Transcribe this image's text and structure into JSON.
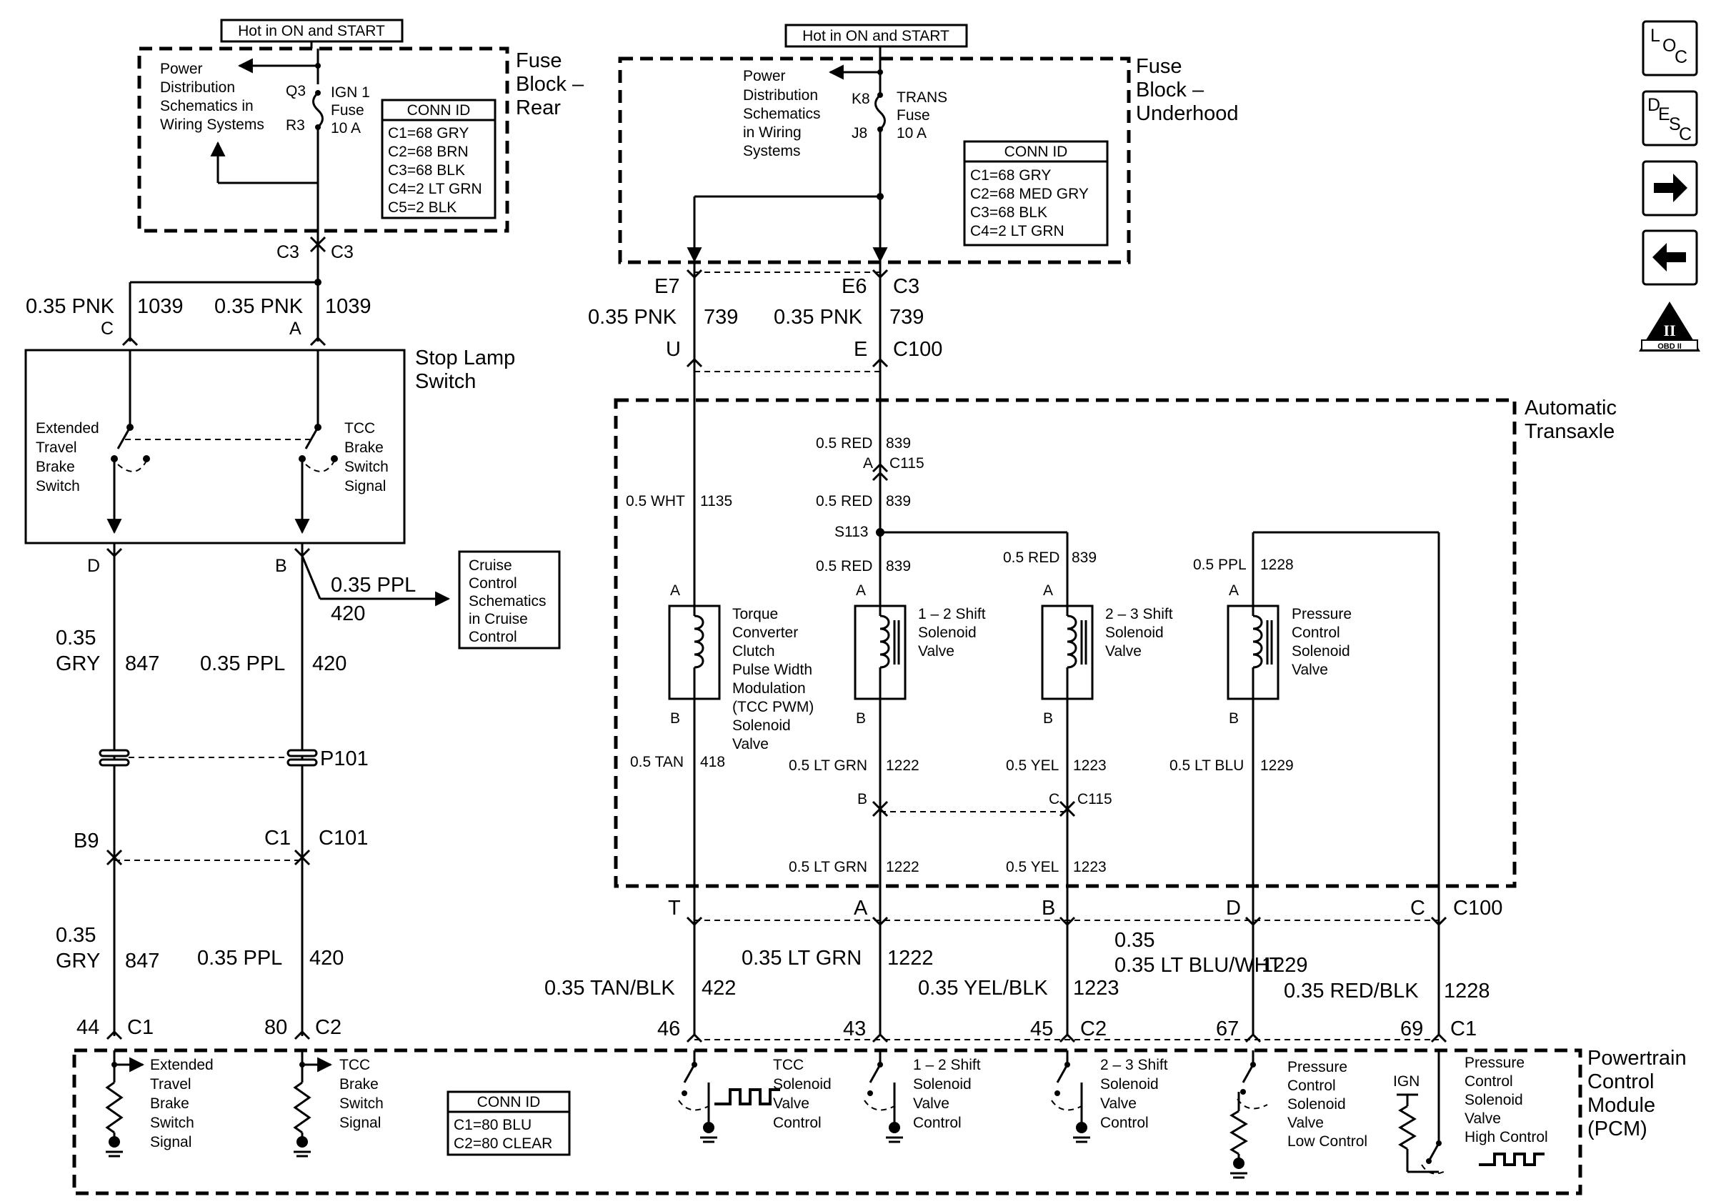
{
  "diagram_title": "",
  "wires": {
    "w1039": [
      "0.35 PNK",
      "1039"
    ],
    "w739": [
      "0.35 PNK",
      "739"
    ],
    "w847": [
      "0.35 GRY",
      "847"
    ],
    "w420": [
      "0.35 PPL",
      "420"
    ],
    "w1135": [
      "0.5 WHT",
      "1135"
    ],
    "w839": [
      "0.5 RED",
      "839"
    ],
    "w1228": [
      "0.5 PPL",
      "1228"
    ],
    "w418": [
      "0.5 TAN",
      "418"
    ],
    "w1222": [
      "0.5 LT GRN",
      "1222"
    ],
    "w1223": [
      "0.5 YEL",
      "1223"
    ],
    "w1229": [
      "0.5 LT BLU",
      "1229"
    ],
    "w422": [
      "0.35 TAN/BLK",
      "422"
    ],
    "w1222b": [
      "0.35 LT GRN",
      "1222"
    ],
    "w1223b": [
      "0.35 YEL/BLK",
      "1223"
    ],
    "w1229b": [
      "0.35 LT BLU/WHT",
      "1229"
    ],
    "w1228b": [
      "0.35 RED/BLK",
      "1228"
    ]
  },
  "hot_label": "Hot in ON and START",
  "fuse_rear": {
    "title": [
      "Fuse",
      "Block –",
      "Rear"
    ],
    "power_dist": [
      "Power",
      "Distribution",
      "Schematics in",
      "Wiring Systems"
    ],
    "pins": [
      "Q3",
      "R3"
    ],
    "fuse_label": [
      "IGN 1",
      "Fuse",
      "10 A"
    ],
    "conn_id_title": "CONN ID",
    "conn_id": [
      "C1=68 GRY",
      "C2=68 BRN",
      "C3=68 BLK",
      "C4=2 LT GRN",
      "C5=2 BLK"
    ],
    "connector": [
      "C3",
      "C3"
    ]
  },
  "fuse_under": {
    "title": [
      "Fuse",
      "Block –",
      "Underhood"
    ],
    "power_dist": [
      "Power",
      "Distribution",
      "Schematics",
      "in Wiring",
      "Systems"
    ],
    "pins": [
      "K8",
      "J8"
    ],
    "fuse_label": [
      "TRANS",
      "Fuse",
      "10 A"
    ],
    "conn_id_title": "CONN ID",
    "conn_id": [
      "C1=68 GRY",
      "C2=68 MED GRY",
      "C3=68 BLK",
      "C4=2 LT GRN"
    ],
    "conn_top": [
      "E7",
      "E6",
      "C3"
    ],
    "conn_bottom": [
      "U",
      "E",
      "C100"
    ]
  },
  "stop_lamp": {
    "title": [
      "Stop Lamp",
      "Switch"
    ],
    "pins_top": [
      "C",
      "A"
    ],
    "pins_bottom": [
      "D",
      "B"
    ],
    "switch1": [
      "Extended",
      "Travel",
      "Brake",
      "Switch"
    ],
    "switch2": [
      "TCC",
      "Brake",
      "Switch",
      "Signal"
    ]
  },
  "cruise": [
    "Cruise",
    "Control",
    "Schematics",
    "in Cruise",
    "Control"
  ],
  "inline": {
    "splice": "P101",
    "c101": [
      "B9",
      "C1",
      "C101"
    ],
    "num_035": "0.35",
    "gry": "GRY"
  },
  "pcm_pins_left": [
    "44",
    "C1",
    "80",
    "C2"
  ],
  "transaxle": {
    "title": [
      "Automatic",
      "Transaxle"
    ],
    "c115_top": [
      "A",
      "C115"
    ],
    "splice": "S113",
    "c115_bottom": [
      "B",
      "C",
      "C115"
    ],
    "pin_a": "A",
    "pin_b": "B",
    "tcc_solenoid": [
      "Torque",
      "Converter",
      "Clutch",
      "Pulse Width",
      "Modulation",
      "(TCC PWM)",
      "Solenoid",
      "Valve"
    ],
    "sol12": [
      "1 – 2 Shift",
      "Solenoid",
      "Valve"
    ],
    "sol23": [
      "2 – 3 Shift",
      "Solenoid",
      "Valve"
    ],
    "pc_sol": [
      "Pressure",
      "Control",
      "Solenoid",
      "Valve"
    ],
    "c100": [
      "T",
      "A",
      "B",
      "D",
      "C",
      "C100"
    ]
  },
  "pcm_pins_right": [
    "46",
    "43",
    "45",
    "C2",
    "67",
    "69",
    "C1"
  ],
  "pcm": {
    "title": [
      "Powertrain",
      "Control",
      "Module",
      "(PCM)"
    ],
    "ext_brake": [
      "Extended",
      "Travel",
      "Brake",
      "Switch",
      "Signal"
    ],
    "tcc_brake": [
      "TCC",
      "Brake",
      "Switch",
      "Signal"
    ],
    "conn_id_title": "CONN ID",
    "conn_id": [
      "C1=80 BLU",
      "C2=80 CLEAR"
    ],
    "tcc_ctrl": [
      "TCC",
      "Solenoid",
      "Valve",
      "Control"
    ],
    "sol12_ctrl": [
      "1 – 2 Shift",
      "Solenoid",
      "Valve",
      "Control"
    ],
    "sol23_ctrl": [
      "2 – 3 Shift",
      "Solenoid",
      "Valve",
      "Control"
    ],
    "pc_low": [
      "Pressure",
      "Control",
      "Solenoid",
      "Valve",
      "Low Control"
    ],
    "ign": "IGN",
    "pc_high": [
      "Pressure",
      "Control",
      "Solenoid",
      "Valve",
      "High Control"
    ]
  },
  "nav": {
    "loc": [
      "L",
      "O",
      "C"
    ],
    "desc": [
      "D",
      "E",
      "S",
      "C"
    ],
    "obd_numeral": "II",
    "obd_label": "OBD II",
    "forward_icon": "arrow-right-icon",
    "back_icon": "arrow-left-icon"
  }
}
